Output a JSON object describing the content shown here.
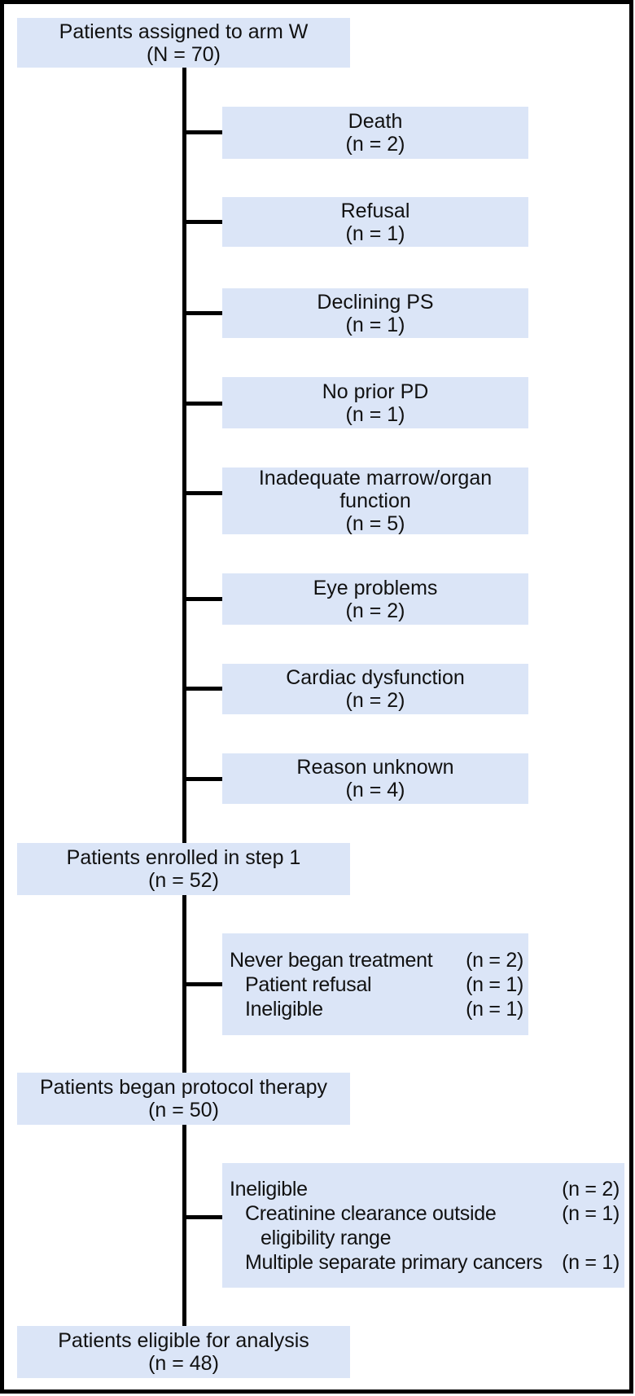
{
  "colors": {
    "box_fill": "#dbe5f7",
    "line_color": "#000000",
    "border_color": "#000000",
    "text_color": "#111111"
  },
  "flow": {
    "assigned": {
      "label": "Patients assigned to arm W",
      "count": "(N = 70)"
    },
    "step1_exclusions": [
      {
        "label": "Death",
        "count": "(n = 2)"
      },
      {
        "label": "Refusal",
        "count": "(n = 1)"
      },
      {
        "label": "Declining PS",
        "count": "(n = 1)"
      },
      {
        "label": "No prior PD",
        "count": "(n = 1)"
      },
      {
        "label": "Inadequate marrow/organ function",
        "count": "(n = 5)"
      },
      {
        "label": "Eye problems",
        "count": "(n = 2)"
      },
      {
        "label": "Cardiac dysfunction",
        "count": "(n = 2)"
      },
      {
        "label": "Reason unknown",
        "count": "(n = 4)"
      }
    ],
    "enrolled_step1": {
      "label": "Patients enrolled in step 1",
      "count": "(n = 52)"
    },
    "never_began_treatment": {
      "rows": [
        {
          "label": "Never began treatment",
          "count": "(n = 2)"
        },
        {
          "label": "Patient refusal",
          "count": "(n = 1)"
        },
        {
          "label": "Ineligible",
          "count": "(n = 1)"
        }
      ]
    },
    "began_protocol": {
      "label": "Patients began protocol therapy",
      "count": "(n = 50)"
    },
    "ineligible_after_start": {
      "rows": [
        {
          "label": "Ineligible",
          "count": "(n = 2)"
        },
        {
          "label": "Creatinine clearance outside",
          "count": "(n = 1)"
        },
        {
          "label": "eligibility range",
          "count": ""
        },
        {
          "label": "Multiple separate primary cancers",
          "count": "(n = 1)"
        }
      ]
    },
    "eligible_analysis": {
      "label": "Patients eligible for analysis",
      "count": "(n = 48)"
    }
  }
}
